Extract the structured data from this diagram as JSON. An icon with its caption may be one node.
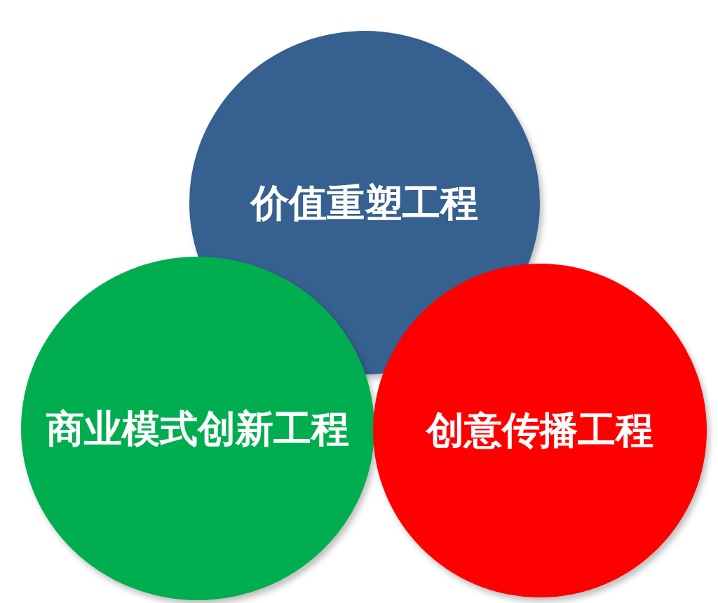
{
  "diagram": {
    "nodes": [
      {
        "text": [
          "价值重塑工程"
        ]
      },
      {
        "text": [
          "商业模式创新工程"
        ]
      },
      {
        "text": [
          "创意传播工程"
        ]
      }
    ]
  }
}
